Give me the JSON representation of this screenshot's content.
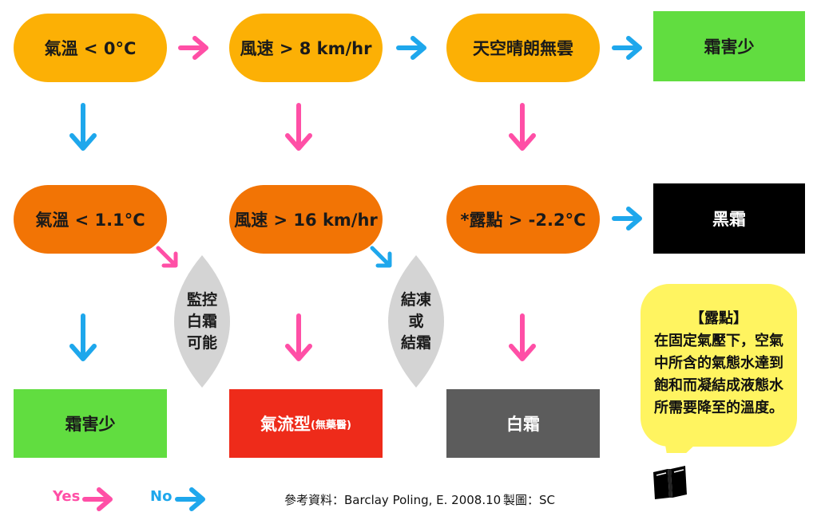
{
  "colors": {
    "orange_light": "#fcb005",
    "orange_dark": "#f27405",
    "green": "#61dd40",
    "black": "#000000",
    "red": "#ee2b1a",
    "gray": "#5c5c5c",
    "lens_gray": "#d4d4d4",
    "yes_pink": "#ff4fa6",
    "no_blue": "#1ea7ec",
    "note_yellow": "#fff460"
  },
  "row1": {
    "temp": "氣溫 < 0°C",
    "wind": "風速 > 8 km/hr",
    "sky": "天空晴朗無雲",
    "result": "霜害少"
  },
  "row2": {
    "temp": "氣溫 < 1.1°C",
    "wind": "風速 > 16 km/hr",
    "dew": "*露點 > -2.2°C",
    "result": "黑霜"
  },
  "lens1": {
    "line1": "監控",
    "line2": "白霜",
    "line3": "可能"
  },
  "lens2": {
    "line1": "結凍",
    "line2": "或",
    "line3": "結霜"
  },
  "row3": {
    "left": "霜害少",
    "middle_main": "氣流型",
    "middle_sub": "(無藥醫)",
    "right": "白霜"
  },
  "note": {
    "title": "【露點】",
    "line1": "在固定氣壓下，空氣",
    "line2": "中所含的氣態水達到",
    "line3": "飽和而凝結成液態水",
    "line4": "所需要降至的溫度。",
    "icon": "book-icon"
  },
  "legend": {
    "yes": "Yes",
    "no": "No"
  },
  "credit": "參考資料：Barclay Poling, E. 2008.10",
  "maker": "製圖：SC"
}
